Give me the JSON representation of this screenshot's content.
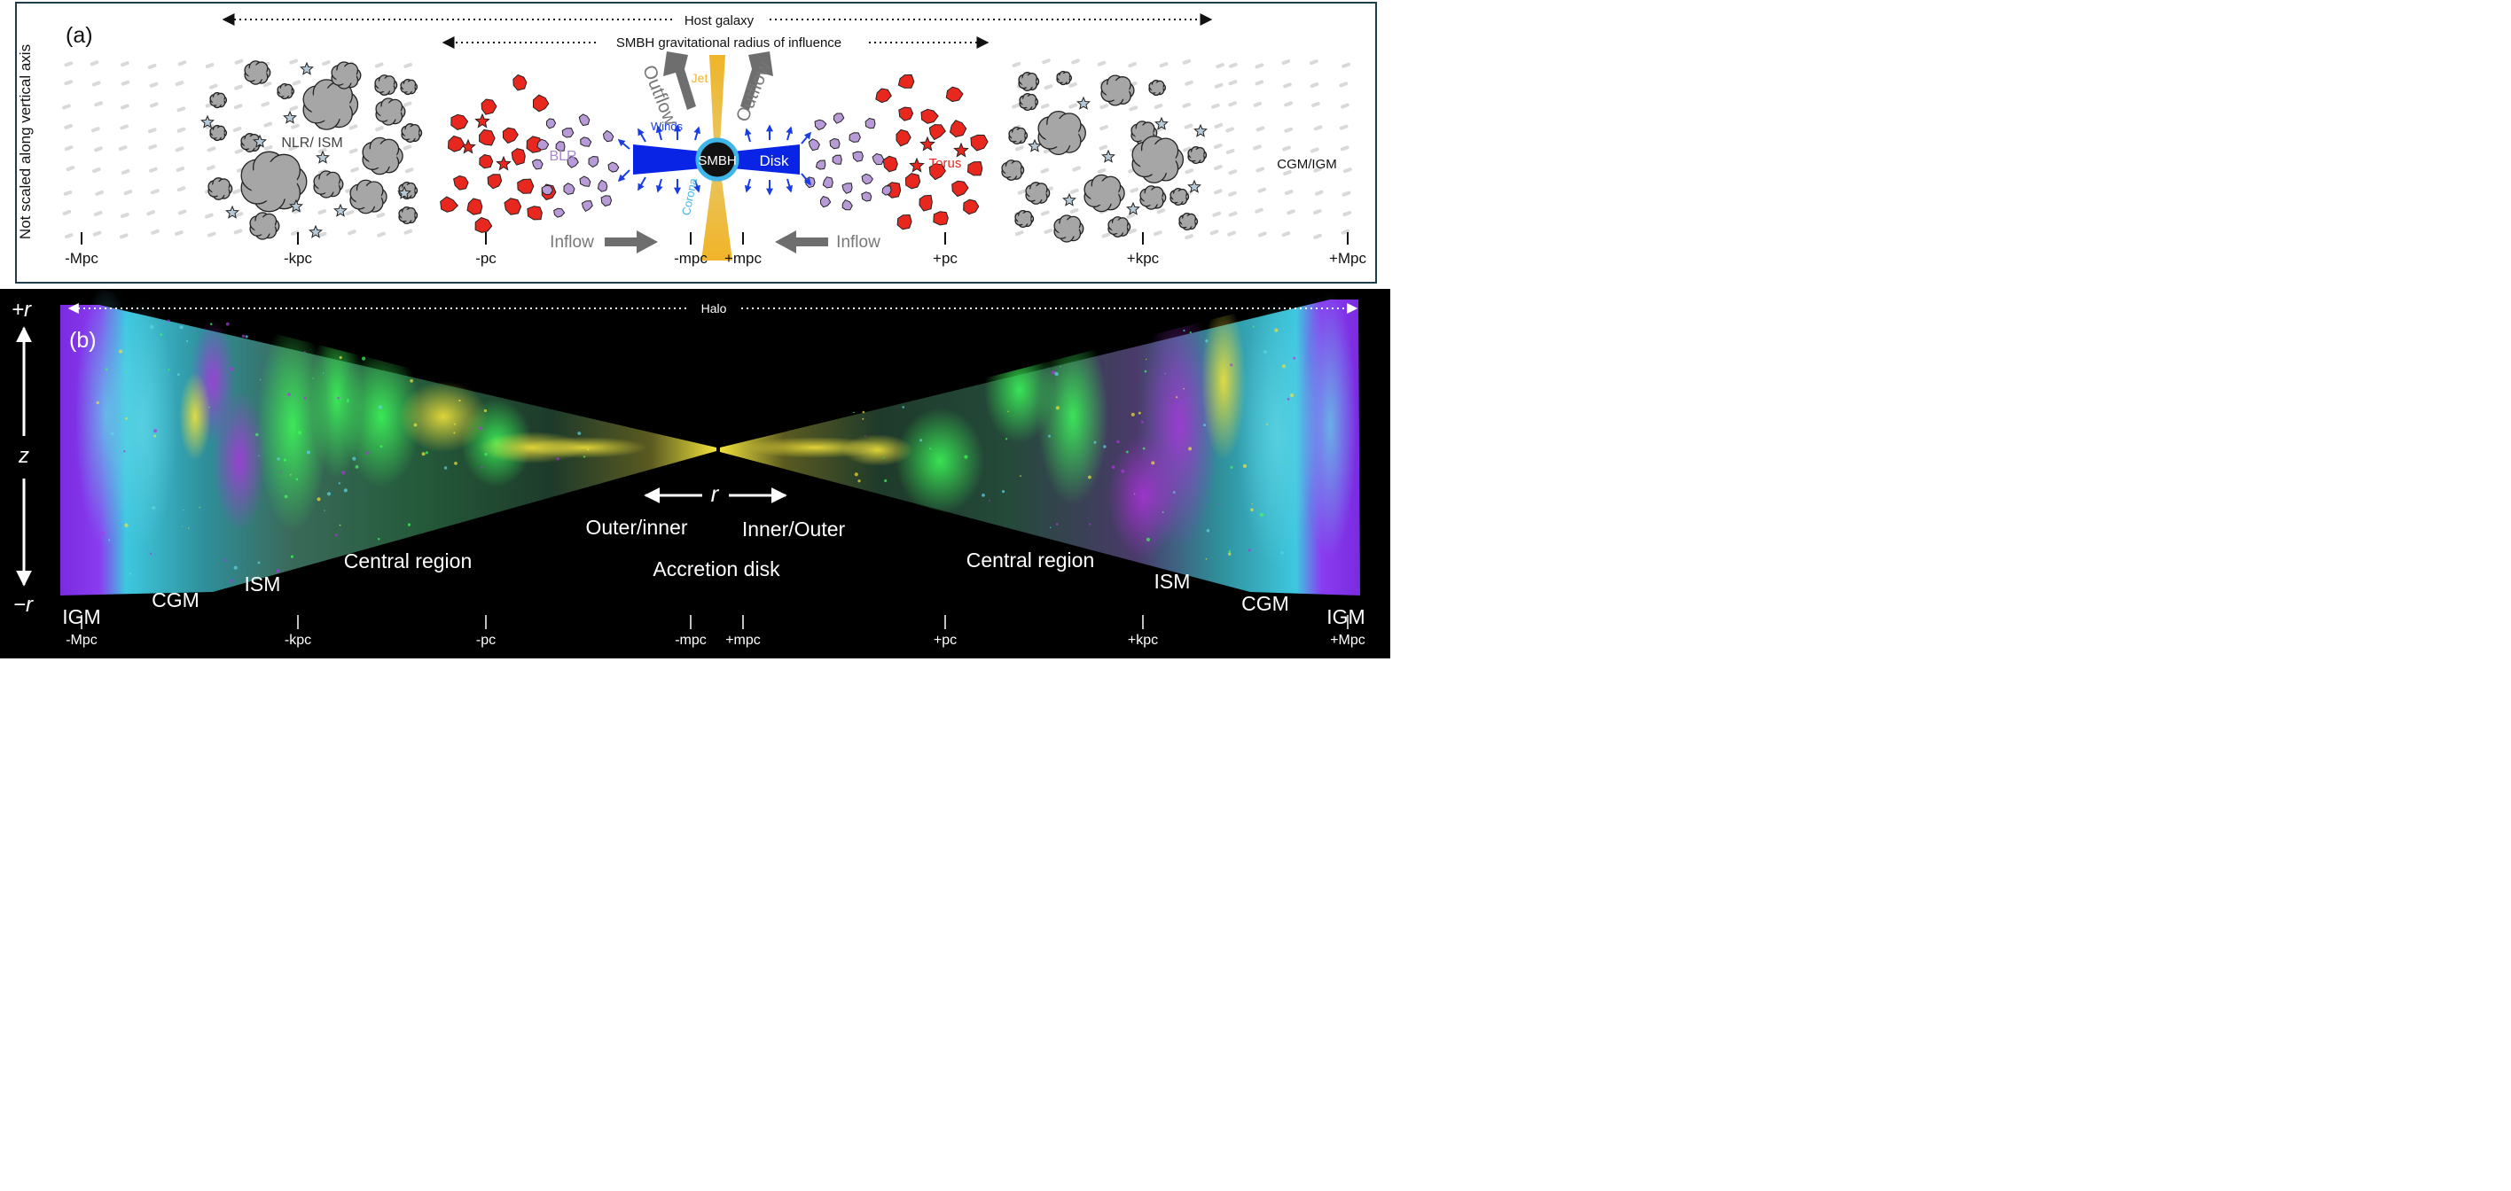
{
  "panel_a": {
    "label": "(a)",
    "side_note": "Not scaled along vertical axis",
    "host_galaxy": "Host galaxy",
    "smbh_radius": "SMBH gravitational radius of influence",
    "nlr_ism": "NLR/ ISM",
    "blr": "BLR",
    "torus": "Torus",
    "jet": "Jet",
    "outflow": "Outflow",
    "winds": "Winds",
    "smbh": "SMBH",
    "disk": "Disk",
    "corona": "Corona",
    "inflow": "Inflow",
    "cgm_igm": "CGM/IGM",
    "ticks": [
      "-Mpc",
      "-kpc",
      "-pc",
      "-mpc",
      "+mpc",
      "+pc",
      "+kpc",
      "+Mpc"
    ]
  },
  "panel_b": {
    "label": "(b)",
    "halo": "Halo",
    "plus_r": "+r",
    "minus_r": "−r",
    "z_axis": "z",
    "r_axis": "r",
    "outer_inner": "Outer/inner",
    "inner_outer": "Inner/Outer",
    "accretion_disk": "Accretion disk",
    "central_region": "Central region",
    "ism": "ISM",
    "cgm": "CGM",
    "igm": "IGM",
    "ticks": [
      "-Mpc",
      "-kpc",
      "-pc",
      "-mpc",
      "+mpc",
      "+pc",
      "+kpc",
      "+Mpc"
    ]
  },
  "colors": {
    "frame": "#1d3d4a",
    "cloud": "#a6a6a6",
    "torus_clump": "#e8281e",
    "blr_clump": "#b99ad8",
    "disk": "#0a24e6",
    "jet": "#f0b429",
    "corona": "#3fb6e8",
    "star": "#b7c9d6",
    "arrow_gray": "#6e6e6e",
    "winds_arrow": "#1a3de6",
    "sim_purple": "#8a2be2",
    "sim_cyan": "#28c8e0",
    "sim_green": "#3dff5a",
    "sim_yellow": "#f2e23a"
  }
}
